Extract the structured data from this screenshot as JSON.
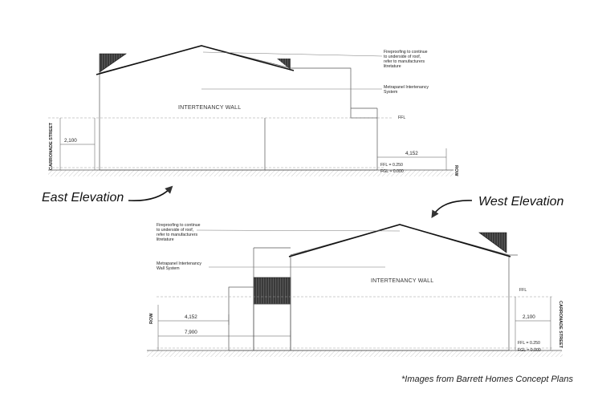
{
  "east": {
    "title": "East Elevation",
    "fireproof_note": [
      "Fireproofing to continue",
      "to underside of roof,",
      "refer to manufacturers",
      "litretature"
    ],
    "metrapanel_note": [
      "Metrapanel Intertenancy",
      "System"
    ],
    "wall_label": "INTERTENANCY WALL",
    "ffl": "FFL",
    "street": "CARRONADE STREET",
    "row": "ROW",
    "dim_left": "2,100",
    "dim_right": "4,152",
    "ffl_value": "FFL = 0.250",
    "fgl_value": "FGL = 0.000"
  },
  "west": {
    "title": "West Elevation",
    "fireproof_note": [
      "Fireproofing to continue",
      "to underside of roof,",
      "refer to manufacturers",
      "litretature"
    ],
    "metrapanel_note": [
      "Metrapanel Intertenancy",
      "Wall System"
    ],
    "wall_label": "INTERTENANCY WALL",
    "ffl": "FFL",
    "street": "CARRONADE STREET",
    "row": "ROW",
    "dim_a": "4,152",
    "dim_b": "7,900",
    "dim_right": "2,100",
    "ffl_value": "FFL = 0.250",
    "fgl_value": "FGL = 0.000"
  },
  "credit": "*Images from Barrett Homes Concept Plans"
}
